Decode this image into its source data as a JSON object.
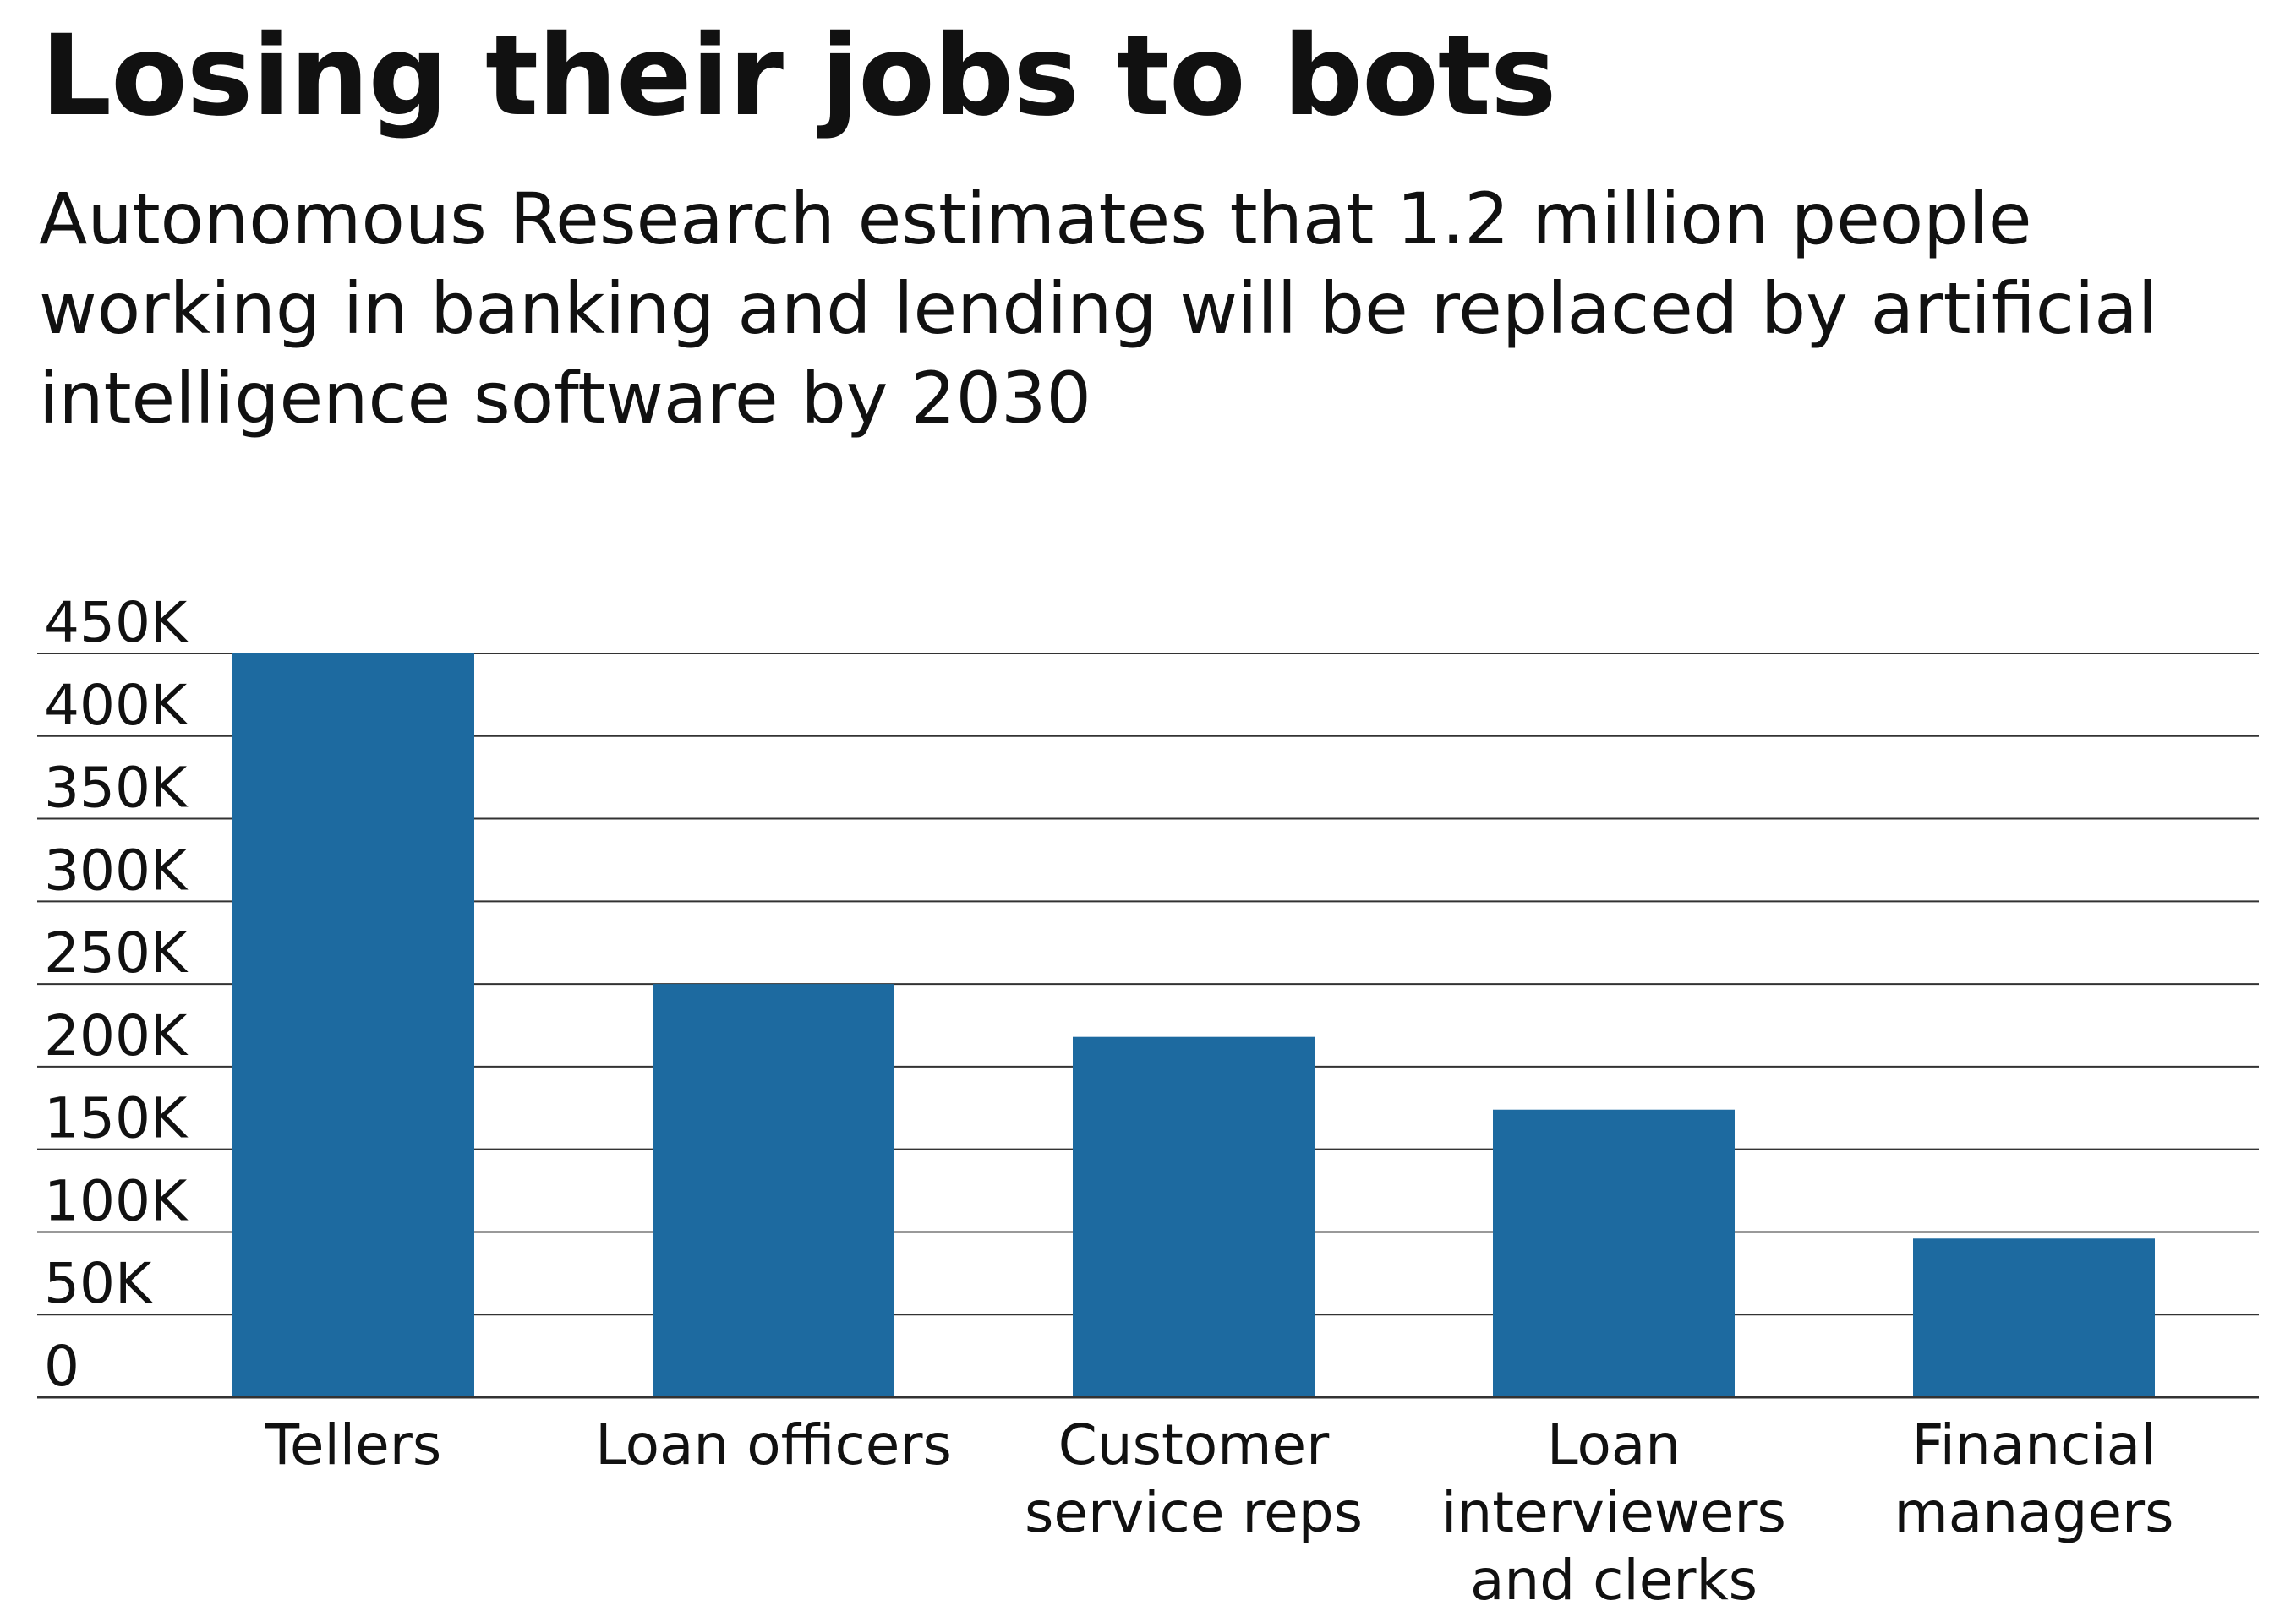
{
  "header": {
    "title": "Losing their jobs to bots",
    "subtitle": "Autonomous Research estimates that 1.2 million people working in banking and lending will be replaced by artificial intelligence software by 2030"
  },
  "colors": {
    "bar": "#1d6aa0",
    "grid": "#333333",
    "text": "#111111"
  },
  "chart_data": {
    "type": "bar",
    "categories": [
      [
        "Tellers"
      ],
      [
        "Loan officers"
      ],
      [
        "Customer",
        "service reps"
      ],
      [
        "Loan",
        "interviewers",
        "and clerks"
      ],
      [
        "Financial",
        "managers"
      ]
    ],
    "values": [
      450000,
      250000,
      218000,
      174000,
      96000
    ],
    "ylim": [
      0,
      450000
    ],
    "yticks": [
      0,
      50000,
      100000,
      150000,
      200000,
      250000,
      300000,
      350000,
      400000,
      450000
    ],
    "ytick_labels": [
      "0",
      "50K",
      "100K",
      "150K",
      "200K",
      "250K",
      "300K",
      "350K",
      "400K",
      "450K"
    ],
    "grid": true,
    "legend": "none"
  }
}
